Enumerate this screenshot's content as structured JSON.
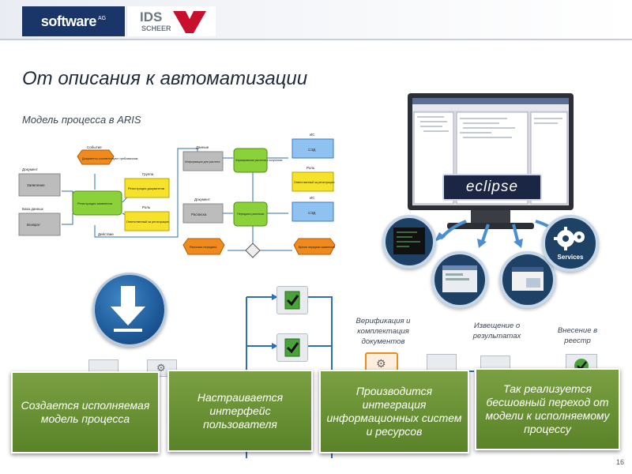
{
  "header": {
    "logo_software": "software",
    "logo_software_ag": "AG",
    "logo_ids": "IDS",
    "logo_scheer": "SCHEER"
  },
  "title": "От описания к автоматизации",
  "subtitle": "Модель процесса в ARIS",
  "aris_model": {
    "nodes": [
      {
        "label": "Документ"
      },
      {
        "label": "Заявление"
      },
      {
        "label": "База данных"
      },
      {
        "label": "Возврат"
      },
      {
        "label": "Событие"
      },
      {
        "label": "Документы соответствуют требованиям"
      },
      {
        "label": "Регистрация заявления"
      },
      {
        "label": "Группа"
      },
      {
        "label": "Регистрация документов"
      },
      {
        "label": "Роль"
      },
      {
        "label": "Ответственный за регистрацию"
      },
      {
        "label": "Действие"
      },
      {
        "label": "Данные"
      },
      {
        "label": "Информация для расчета"
      },
      {
        "label": "Формирование расчетов к получению"
      },
      {
        "label": "ИС"
      },
      {
        "label": "СЭД"
      },
      {
        "label": "Роль"
      },
      {
        "label": "Ответственный за регистрацию"
      },
      {
        "label": "Документ"
      },
      {
        "label": "Расписка"
      },
      {
        "label": "Передача расписки"
      },
      {
        "label": "ИС"
      },
      {
        "label": "СЭД"
      },
      {
        "label": "Расписка передана"
      },
      {
        "label": "Время передачи заявлений"
      }
    ]
  },
  "eclipse": {
    "badge": "eclipse",
    "services_label": "Services"
  },
  "flow": {
    "top_labels": {
      "verification": "Верификация и комплектация документов",
      "notification": "Извещение о результатах",
      "registry": "Внесение в реестр"
    },
    "boxes": [
      {
        "text": "Создается исполняемая модель процесса"
      },
      {
        "text": "Настраивается интерфейс пользователя"
      },
      {
        "text": "Производится интеграция информационных систем и ресурсов"
      },
      {
        "text": "Так реализуется бесшовный переход от модели к исполняемому процессу"
      }
    ]
  },
  "page_number": "16"
}
